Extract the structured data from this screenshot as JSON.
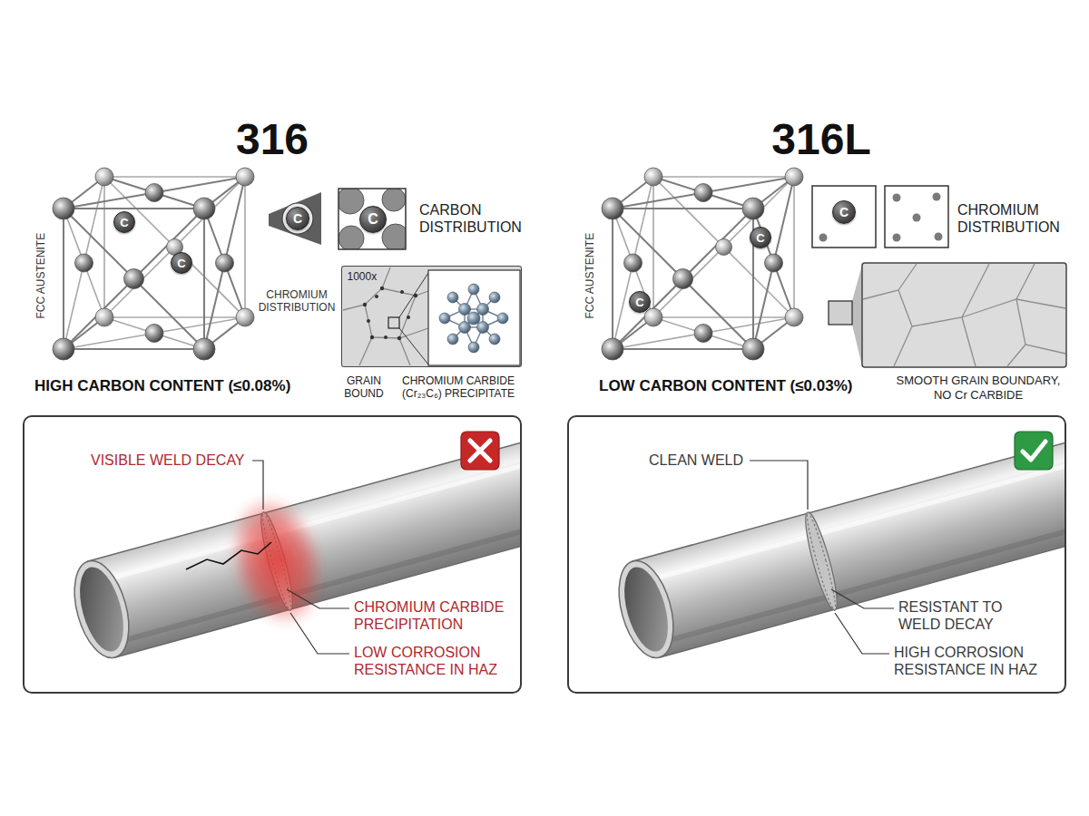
{
  "diagram": {
    "nodes": [
      {
        "text": [
          "C"
        ]
      },
      {
        "text": [
          "C"
        ]
      },
      {
        "text": [
          "C"
        ]
      },
      {
        "text": [
          "C"
        ]
      },
      {
        "text": [
          "1000x"
        ]
      },
      {
        "text": [
          "VISIBLE WELD DECAY",
          "CHROMIUM CARBIDE PRECIPITATION",
          "LOW CORROSION RESISTANCE IN HAZ"
        ]
      },
      {
        "text": [
          "C"
        ]
      },
      {
        "text": [
          "C"
        ]
      },
      {
        "text": [
          "C"
        ]
      },
      {
        "text": [
          "CLEAN WELD",
          "RESISTANT TO WELD DECAY",
          "HIGH CORROSION RESISTANCE IN HAZ"
        ]
      }
    ],
    "labels": [
      "316",
      "FCC AUSTENITE",
      "CARBON DISTRIBUTION",
      "CHROMIUM DISTRIBUTION",
      "HIGH CARBON CONTENT (≤0.08%)",
      "GRAIN BOUND",
      "CHROMIUM CARBIDE (Cr₂₃C₆) PRECIPITATE",
      "316L",
      "FCC AUSTENITE",
      "CHROMIUM DISTRIBUTION",
      "LOW CARBON CONTENT (≤0.03%)",
      "SMOOTH GRAIN BOUNDARY, NO Cr CARBIDE"
    ]
  }
}
